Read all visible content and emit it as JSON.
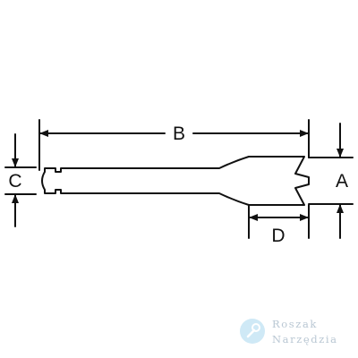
{
  "diagram": {
    "labels": {
      "a": "A",
      "b": "B",
      "c": "C",
      "d": "D"
    },
    "line_color": "#111111"
  },
  "watermark": {
    "line1": "Roszak",
    "line2": "Narzędzia",
    "icon": "wrench-icon",
    "color": "#b9c7d3",
    "badge_color": "#cfe9f6"
  }
}
